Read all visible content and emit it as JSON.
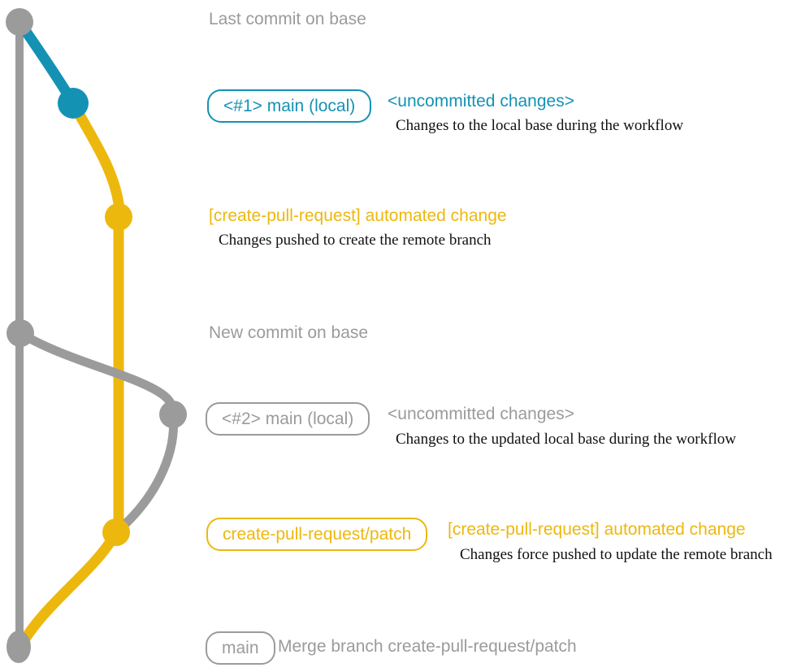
{
  "colors": {
    "gray": "#9b9b9b",
    "teal": "#1492b4",
    "yellow": "#edb80d",
    "black": "#111111"
  },
  "milestones": {
    "last_commit": "Last commit on base",
    "new_commit": "New commit on base"
  },
  "rows": {
    "row1": {
      "badge": "<#1> main (local)",
      "status": "<uncommitted changes>",
      "description": "Changes to the local base during the workflow"
    },
    "row2": {
      "label": "[create-pull-request] automated change",
      "description": "Changes pushed to create the remote branch"
    },
    "row3": {
      "badge": "<#2> main (local)",
      "status": "<uncommitted changes>",
      "description": "Changes to the updated local base during the workflow"
    },
    "row4": {
      "badge": "create-pull-request/patch",
      "label": "[create-pull-request] automated change",
      "description": "Changes force pushed to update the remote branch"
    },
    "row5": {
      "badge": "main",
      "label": "Merge branch create-pull-request/patch"
    }
  }
}
